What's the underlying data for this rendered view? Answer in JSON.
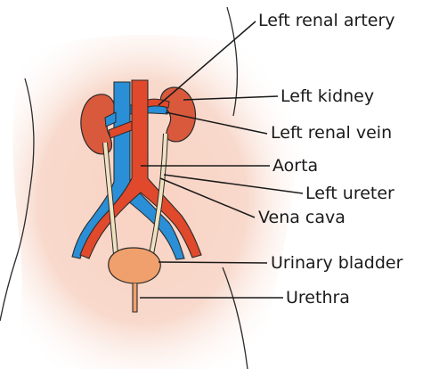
{
  "labels": {
    "left_renal_artery": "Left renal artery",
    "left_kidney": "Left kidney",
    "left_renal_vein": "Left renal vein",
    "aorta": "Aorta",
    "left_ureter": "Left ureter",
    "vena_cava": "Vena cava",
    "urinary_bladder": "Urinary bladder",
    "urethra": "Urethra"
  },
  "colors": {
    "artery": "#e0492b",
    "vein": "#2a8fd6",
    "kidney": "#d9593c",
    "ureter": "#efe2bf",
    "bladder": "#f0a06c",
    "skin": "#f7c9b8",
    "outline": "#2b2b2b"
  }
}
